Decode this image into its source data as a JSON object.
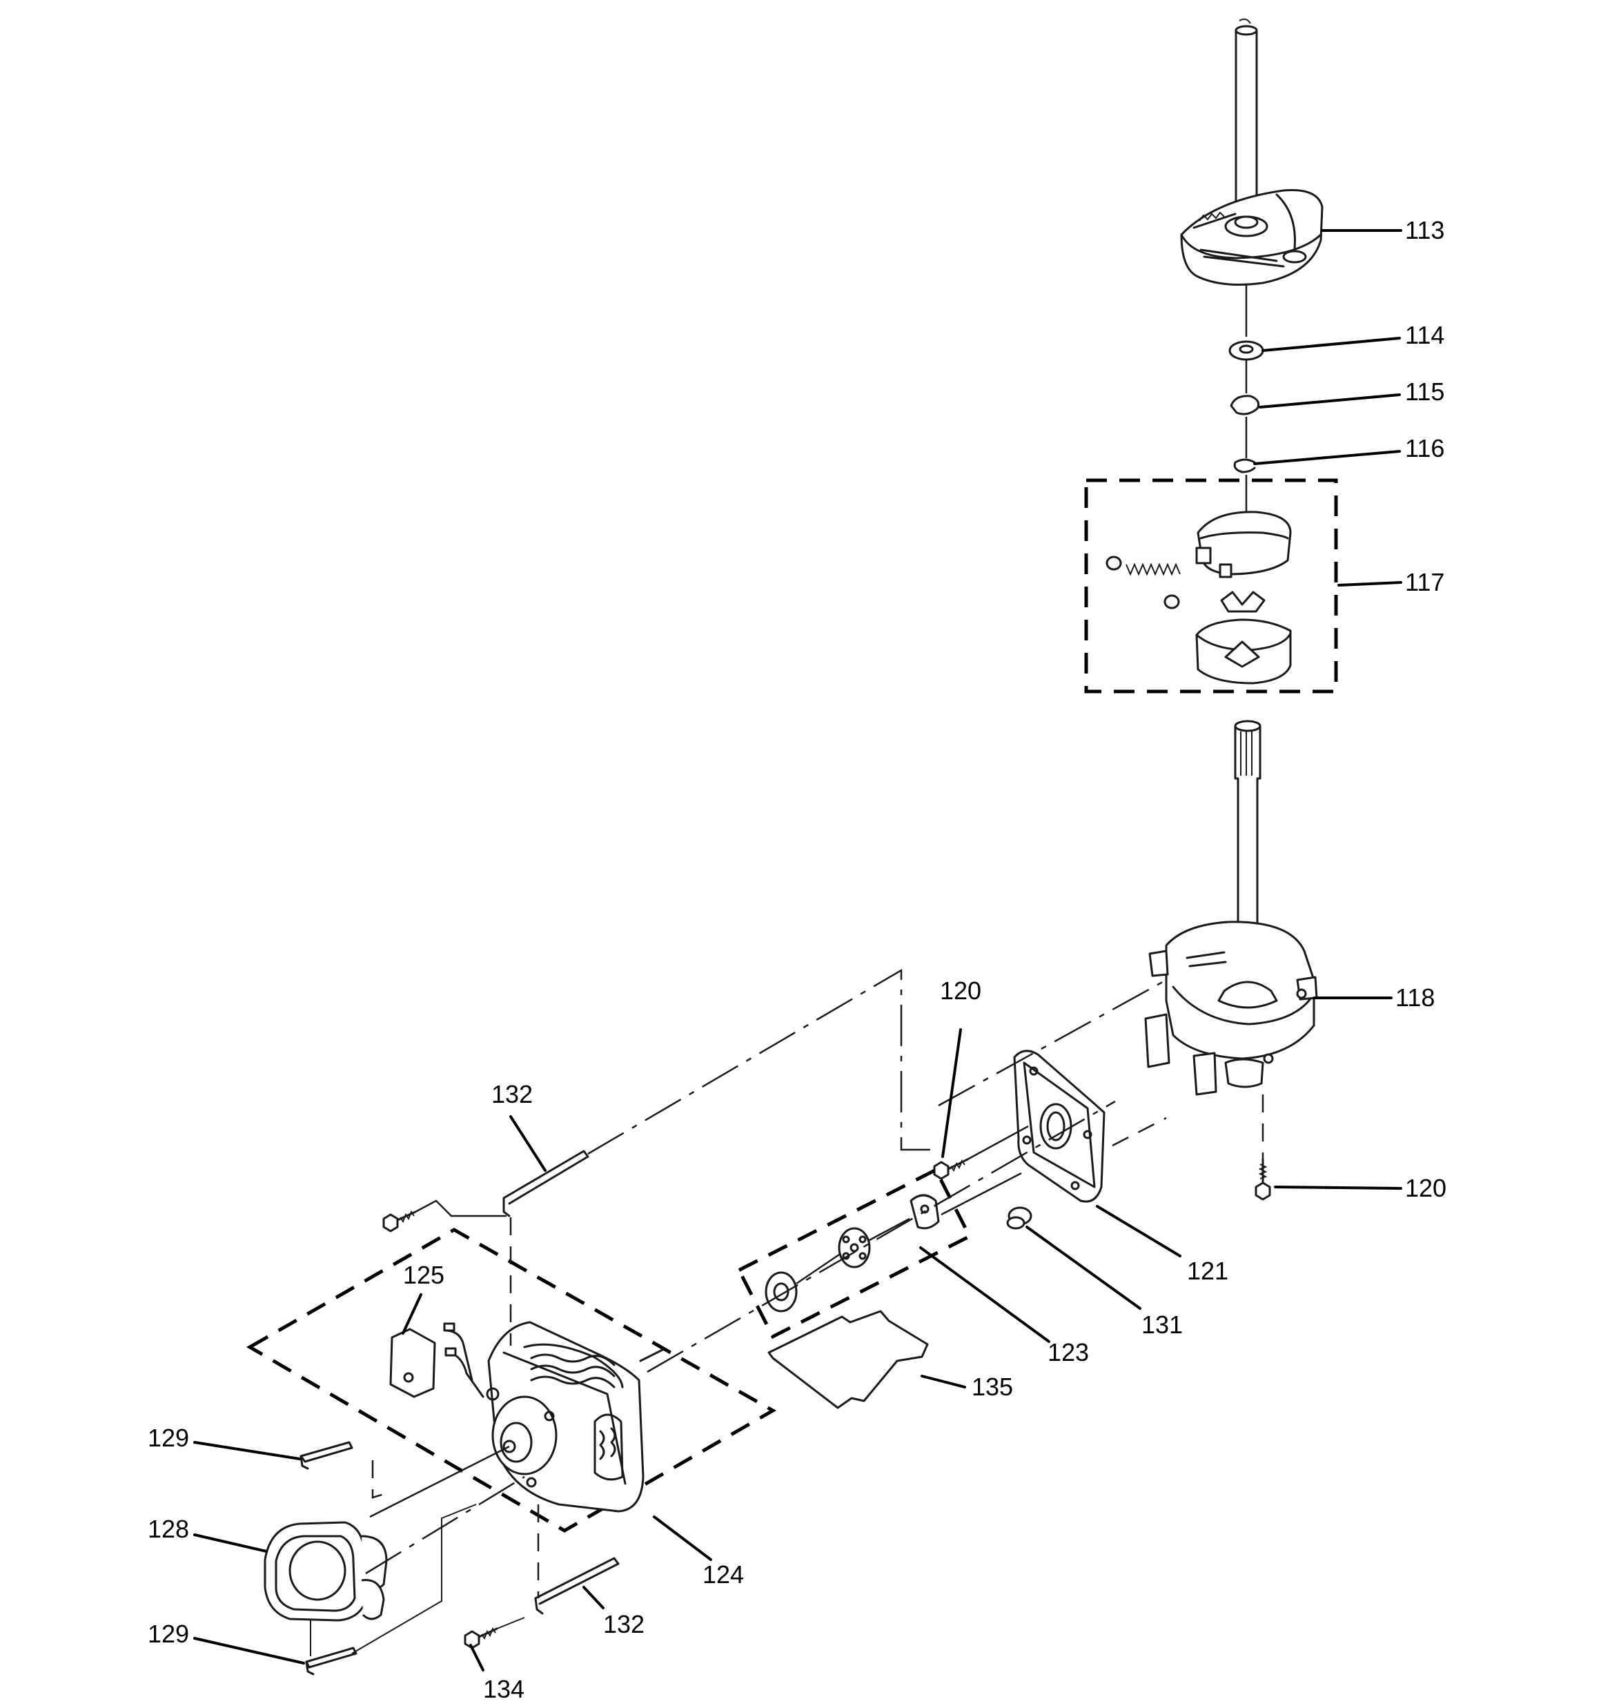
{
  "diagram": {
    "callouts": [
      {
        "id": "c113",
        "label": "113"
      },
      {
        "id": "c114",
        "label": "114"
      },
      {
        "id": "c115",
        "label": "115"
      },
      {
        "id": "c116",
        "label": "116"
      },
      {
        "id": "c117",
        "label": "117"
      },
      {
        "id": "c118",
        "label": "118"
      },
      {
        "id": "c120a",
        "label": "120"
      },
      {
        "id": "c120b",
        "label": "120"
      },
      {
        "id": "c121",
        "label": "121"
      },
      {
        "id": "c123",
        "label": "123"
      },
      {
        "id": "c131",
        "label": "131"
      },
      {
        "id": "c135",
        "label": "135"
      },
      {
        "id": "c132a",
        "label": "132"
      },
      {
        "id": "c125",
        "label": "125"
      },
      {
        "id": "c124",
        "label": "124"
      },
      {
        "id": "c129a",
        "label": "129"
      },
      {
        "id": "c128",
        "label": "128"
      },
      {
        "id": "c129b",
        "label": "129"
      },
      {
        "id": "c134",
        "label": "134"
      },
      {
        "id": "c132b",
        "label": "132"
      }
    ]
  }
}
